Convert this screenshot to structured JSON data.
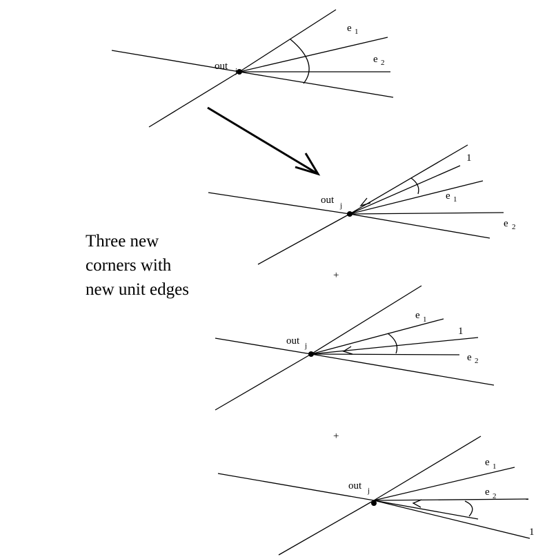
{
  "diagram": {
    "caption_lines": [
      "Three new",
      "corners with",
      "new unit edges"
    ],
    "plus_sign": "+",
    "vertex_label": {
      "main": "out",
      "sub": "j"
    },
    "edge_labels": {
      "e1": {
        "main": "e",
        "sub": "1"
      },
      "e2": {
        "main": "e",
        "sub": "2"
      },
      "unit": "1"
    }
  }
}
